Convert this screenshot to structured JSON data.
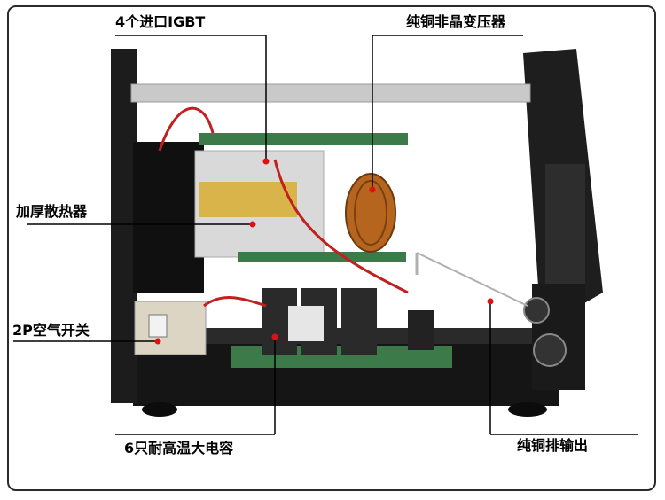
{
  "callouts": {
    "igbt": "4个进口IGBT",
    "transformer": "纯铜非晶变压器",
    "heatsink": "加厚散热器",
    "breaker": "2P空气开关",
    "capacitors": "6只耐高温大电容",
    "busbar": "纯铜排输出"
  },
  "colors": {
    "chassis": "#1c1c1c",
    "pcb": "#3d7a4a",
    "heatsink": "#d9d9d9",
    "copper_coil": "#b5651d",
    "leader_line": "#000000",
    "marker": "#e01010"
  }
}
